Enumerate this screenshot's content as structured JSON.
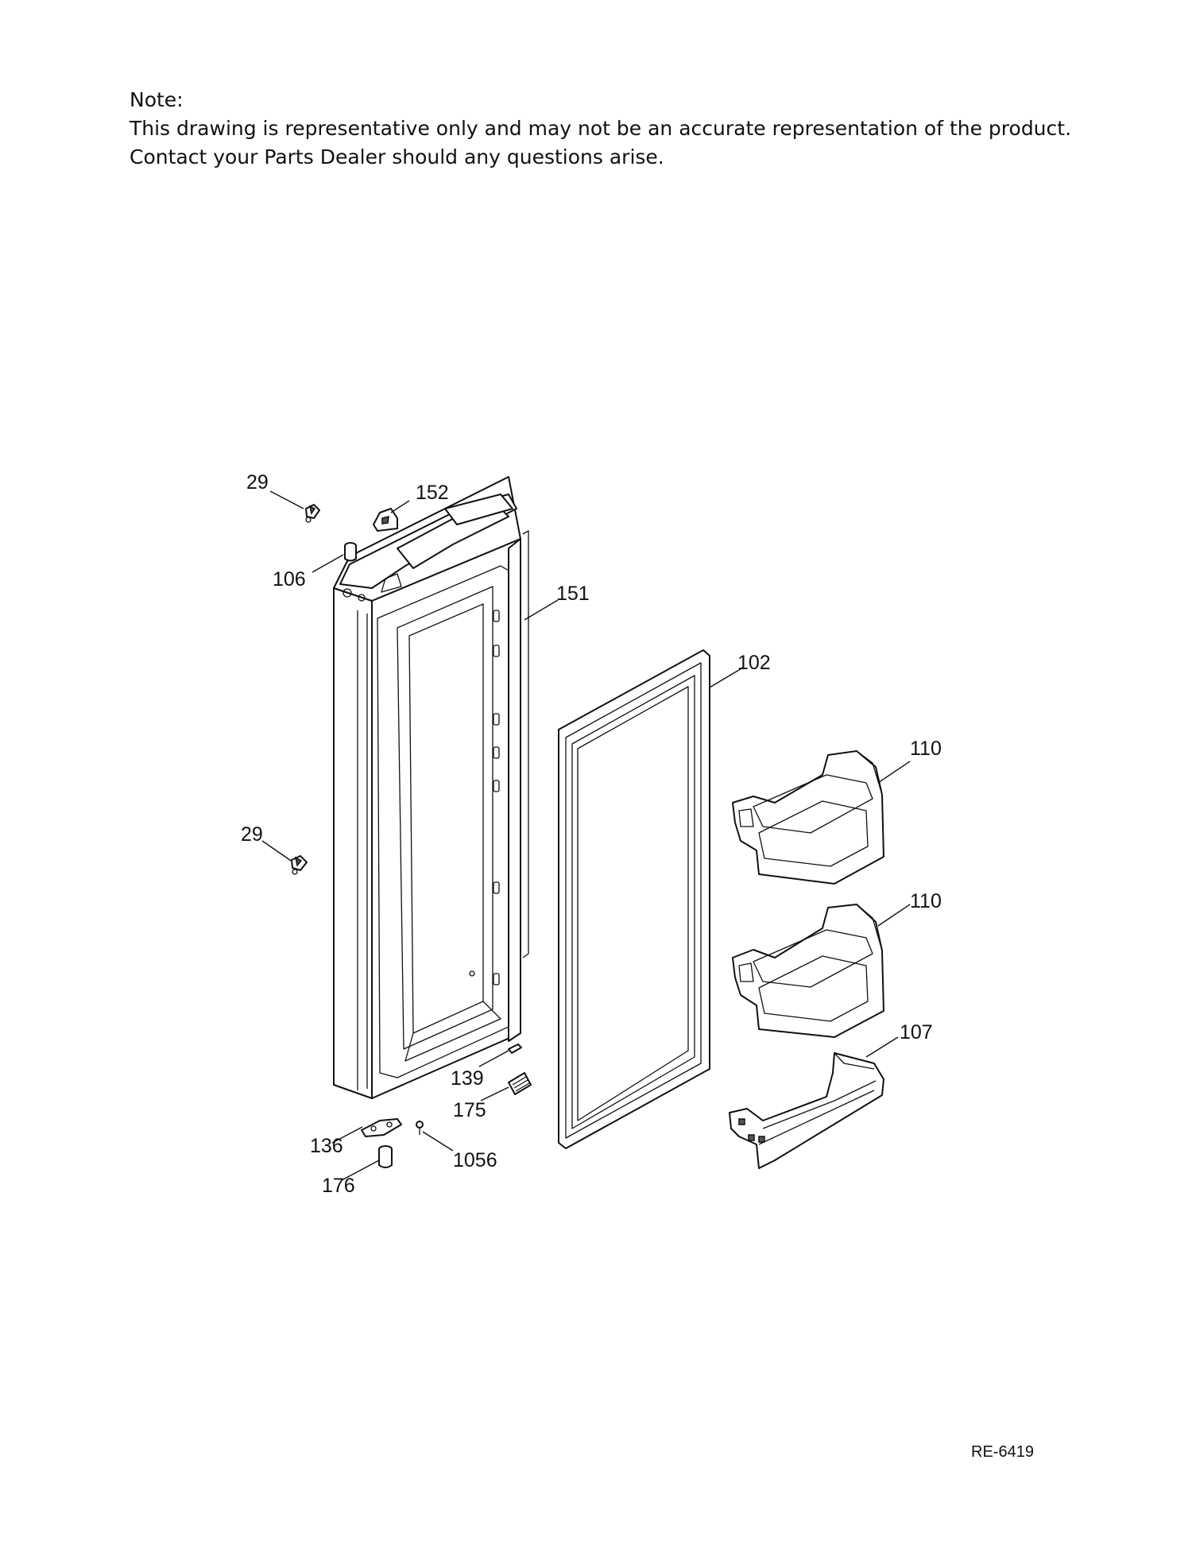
{
  "note": {
    "heading": "Note:",
    "line1": "This drawing is representative only and may not be an accurate representation of the product.",
    "line2": "Contact your Parts Dealer should any questions arise."
  },
  "callouts": {
    "c29_top": "29",
    "c152": "152",
    "c106": "106",
    "c151": "151",
    "c102": "102",
    "c110_top": "110",
    "c29_mid": "29",
    "c110_bottom": "110",
    "c107": "107",
    "c139": "139",
    "c175": "175",
    "c136": "136",
    "c1056": "1056",
    "c176": "176"
  },
  "document_code": "RE-6419"
}
